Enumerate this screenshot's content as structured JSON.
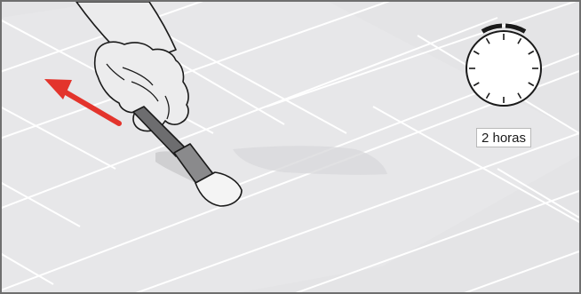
{
  "figure": {
    "time_label": "2 horas",
    "arrow_color": "#e3342c",
    "floor_color": "#e4e4e6",
    "frame_color": "#6f6f6f"
  },
  "clock": {
    "tick_count": 12,
    "elapsed_hours": 2
  }
}
